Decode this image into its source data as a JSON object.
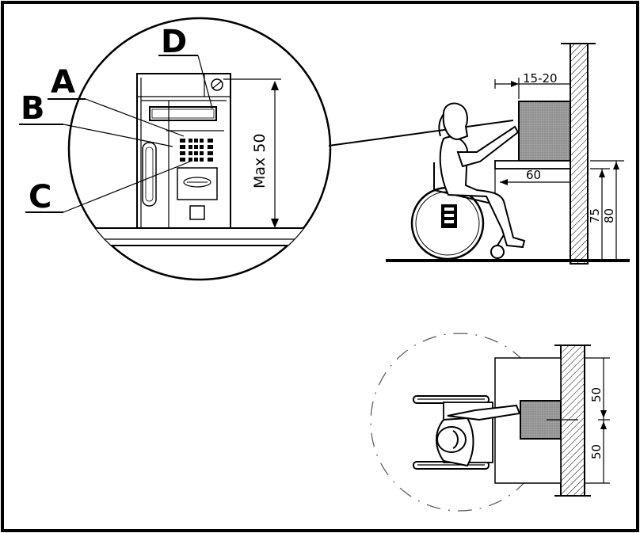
{
  "labels": {
    "a": "A",
    "b": "B",
    "c": "C",
    "d": "D"
  },
  "dimensions": {
    "max_height": "Max 50",
    "reach_offset": "15-20",
    "counter_depth": "60",
    "knee_height": "75",
    "counter_height": "80",
    "plan_upper": "50",
    "plan_lower": "50"
  },
  "colors": {
    "line": "#000000",
    "device_fill": "#bdbdbd",
    "hatch": "#000000",
    "background": "#ffffff"
  }
}
